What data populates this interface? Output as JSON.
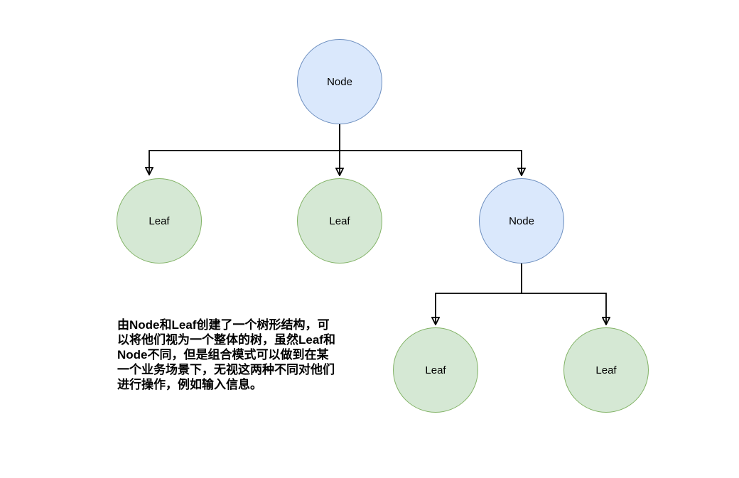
{
  "colors": {
    "background": "#ffffff",
    "node_fill": "#dae8fc",
    "node_stroke": "#6c8ebf",
    "leaf_fill": "#d5e8d4",
    "leaf_stroke": "#82b366",
    "edge": "#000000",
    "text": "#000000"
  },
  "diagram": {
    "type": "tree",
    "nodes": [
      {
        "id": "node-root",
        "label": "Node",
        "kind": "node"
      },
      {
        "id": "leaf-1",
        "label": "Leaf",
        "kind": "leaf"
      },
      {
        "id": "leaf-2",
        "label": "Leaf",
        "kind": "leaf"
      },
      {
        "id": "node-2",
        "label": "Node",
        "kind": "node"
      },
      {
        "id": "leaf-3",
        "label": "Leaf",
        "kind": "leaf"
      },
      {
        "id": "leaf-4",
        "label": "Leaf",
        "kind": "leaf"
      }
    ],
    "edges": [
      {
        "from": "node-root",
        "to": "leaf-1"
      },
      {
        "from": "node-root",
        "to": "leaf-2"
      },
      {
        "from": "node-root",
        "to": "node-2"
      },
      {
        "from": "node-2",
        "to": "leaf-3"
      },
      {
        "from": "node-2",
        "to": "leaf-4"
      }
    ]
  },
  "description": {
    "full_text": "由Node和Leaf创建了一个树形结构，可以将他们视为一个整体的树，虽然Leaf和Node不同，但是组合模式可以做到在某一个业务场景下，无视这两种不同对他们进行操作，例如输入信息。",
    "lines": [
      "由Node和Leaf创建了一个树形结构，可",
      "以将他们视为一个整体的树，虽然Leaf和",
      "Node不同，但是组合模式可以做到在某",
      "一个业务场景下，无视这两种不同对他们",
      "进行操作，例如输入信息。"
    ]
  }
}
